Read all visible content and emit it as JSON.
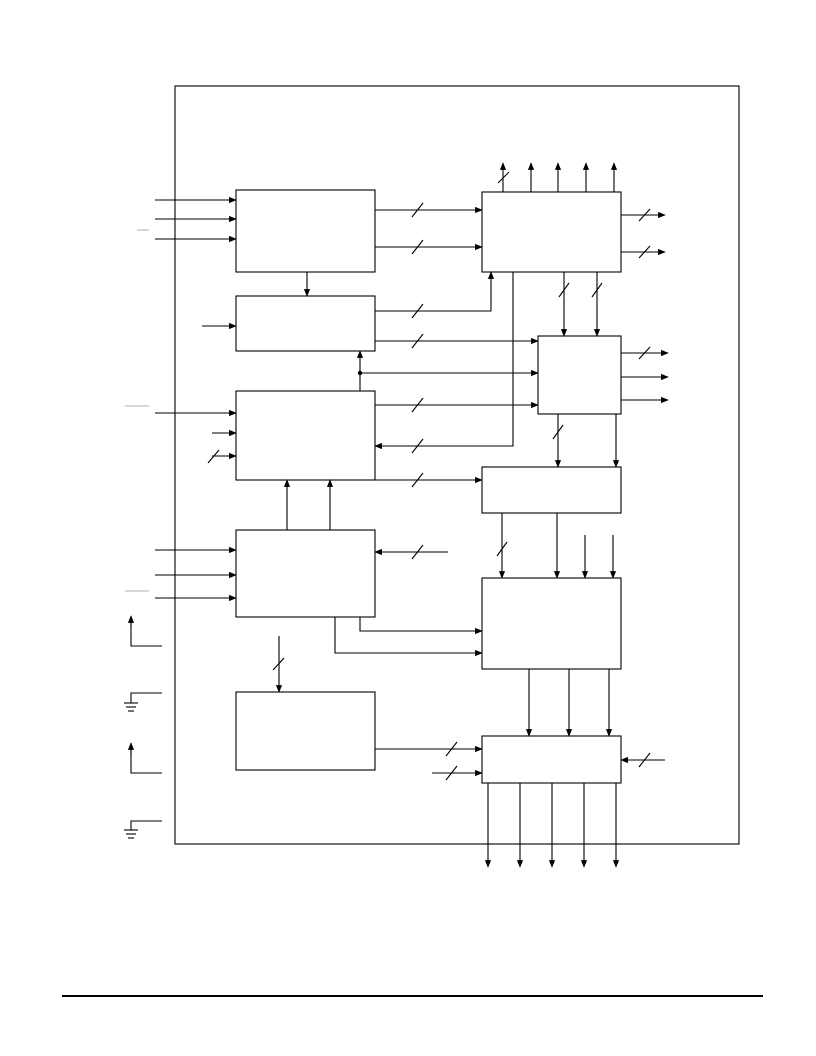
{
  "diagram": {
    "title": "",
    "line_color": "#000000",
    "background": "#ffffff",
    "blocks": [
      {
        "id": "block-top-left",
        "label": ""
      },
      {
        "id": "block-upper-left-2",
        "label": ""
      },
      {
        "id": "block-mid-left",
        "label": ""
      },
      {
        "id": "block-lower-left",
        "label": ""
      },
      {
        "id": "block-bottom-left",
        "label": ""
      },
      {
        "id": "block-top-right",
        "label": ""
      },
      {
        "id": "block-mid-right",
        "label": ""
      },
      {
        "id": "block-strip-right",
        "label": ""
      },
      {
        "id": "block-lower-right",
        "label": ""
      },
      {
        "id": "block-bottom-right",
        "label": ""
      }
    ],
    "symbols": [
      "power-supply-arrow",
      "ground-symbol",
      "power-supply-arrow",
      "ground-symbol"
    ],
    "signal_labels": []
  }
}
